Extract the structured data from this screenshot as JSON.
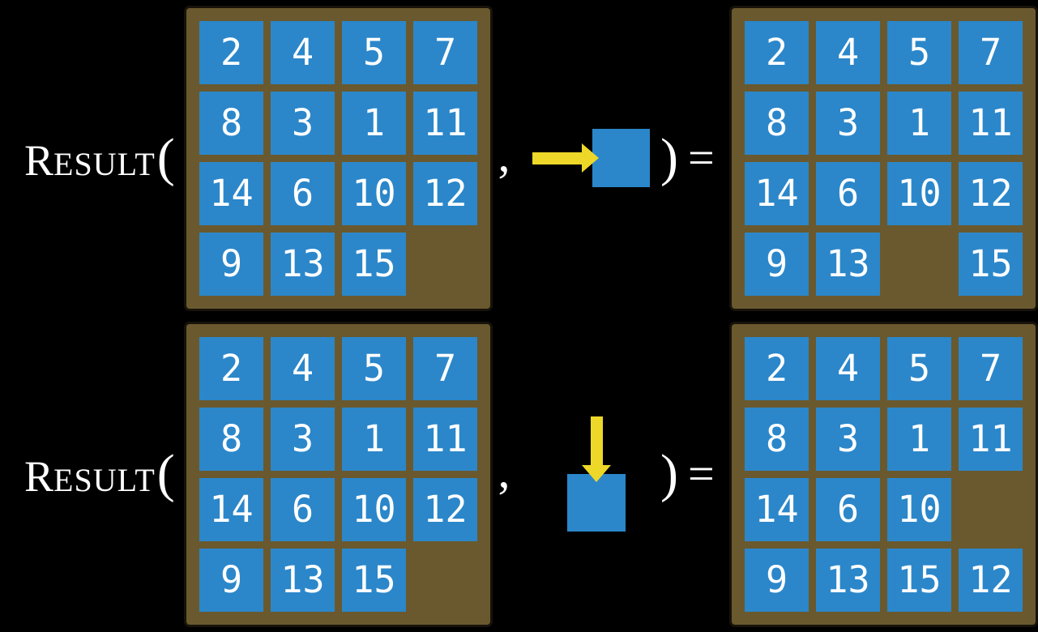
{
  "figure": {
    "colors": {
      "background": "#000000",
      "frame": "#6A592E",
      "tile": "#2B87CA",
      "arrow": "#EDD829",
      "text": "#FFFFFF"
    },
    "rows": [
      {
        "function_initial": "R",
        "function_rest": "ESULT",
        "open_paren": "(",
        "comma": ",",
        "close_paren": ")",
        "equals": "=",
        "action_direction": "right",
        "input_grid": [
          [
            "2",
            "4",
            "5",
            "7"
          ],
          [
            "8",
            "3",
            "1",
            "11"
          ],
          [
            "14",
            "6",
            "10",
            "12"
          ],
          [
            "9",
            "13",
            "15",
            ""
          ]
        ],
        "output_grid": [
          [
            "2",
            "4",
            "5",
            "7"
          ],
          [
            "8",
            "3",
            "1",
            "11"
          ],
          [
            "14",
            "6",
            "10",
            "12"
          ],
          [
            "9",
            "13",
            "",
            "15"
          ]
        ]
      },
      {
        "function_initial": "R",
        "function_rest": "ESULT",
        "open_paren": "(",
        "comma": ",",
        "close_paren": ")",
        "equals": "=",
        "action_direction": "down",
        "input_grid": [
          [
            "2",
            "4",
            "5",
            "7"
          ],
          [
            "8",
            "3",
            "1",
            "11"
          ],
          [
            "14",
            "6",
            "10",
            "12"
          ],
          [
            "9",
            "13",
            "15",
            ""
          ]
        ],
        "output_grid": [
          [
            "2",
            "4",
            "5",
            "7"
          ],
          [
            "8",
            "3",
            "1",
            "11"
          ],
          [
            "14",
            "6",
            "10",
            ""
          ],
          [
            "9",
            "13",
            "15",
            "12"
          ]
        ]
      }
    ]
  }
}
